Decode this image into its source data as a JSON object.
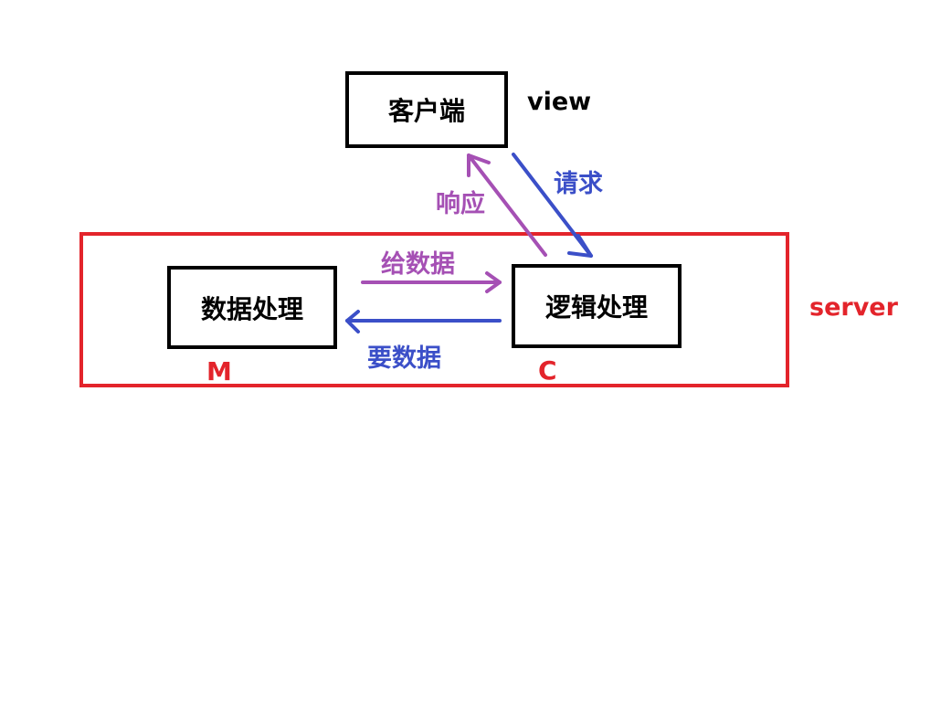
{
  "nodes": {
    "client": {
      "label": "客户端"
    },
    "data_processing": {
      "label": "数据处理"
    },
    "logic_processing": {
      "label": "逻辑处理"
    }
  },
  "annotations": {
    "view": "view",
    "server": "server",
    "model": "M",
    "controller": "C"
  },
  "edges": {
    "request": "请求",
    "response": "响应",
    "give_data": "给数据",
    "want_data": "要数据"
  },
  "colors": {
    "box_border": "#000000",
    "server_border": "#e3242b",
    "annotation_red": "#e3242b",
    "blue": "#3b4fc8",
    "purple": "#a550b4",
    "view_text": "#000000"
  }
}
